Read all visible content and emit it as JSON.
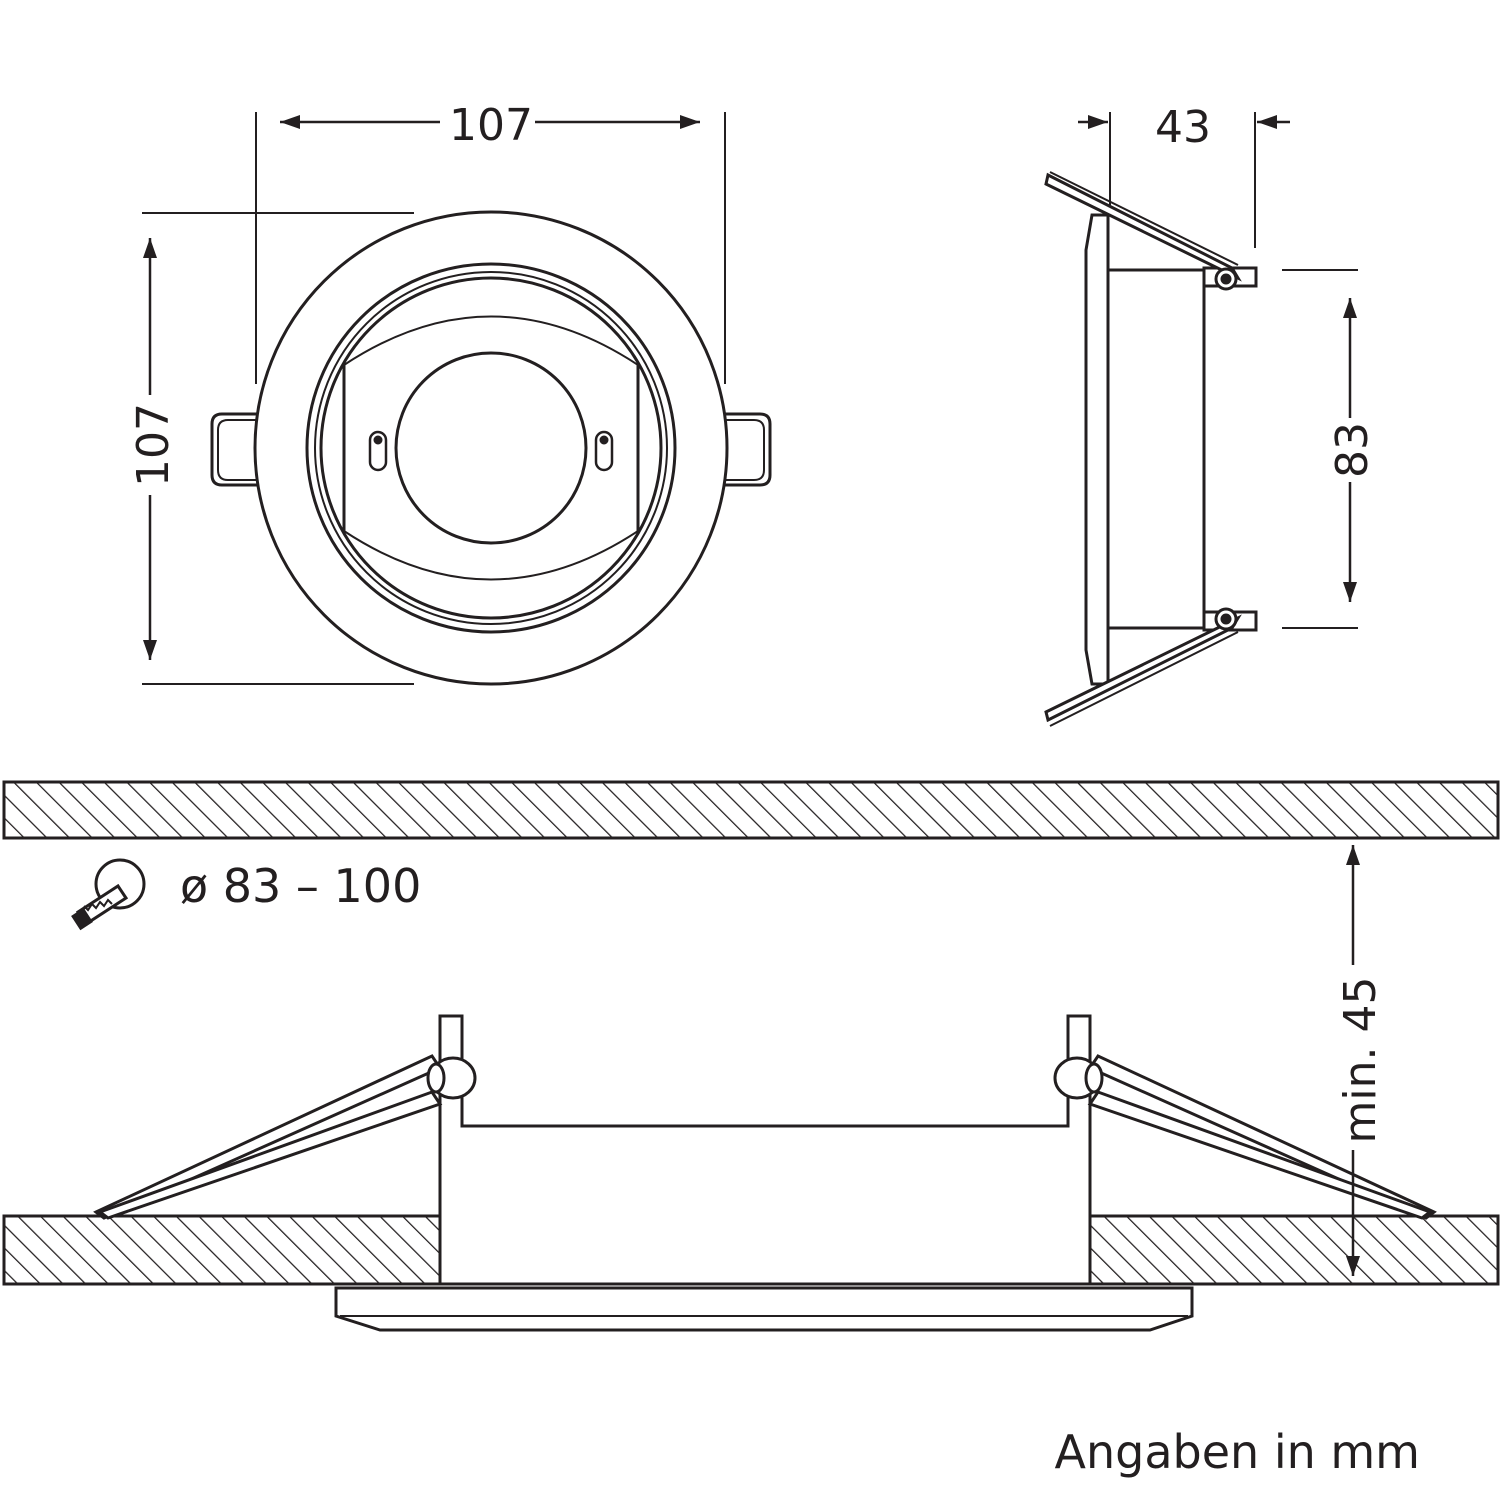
{
  "dimensions": {
    "top_width": "107",
    "top_height": "107",
    "side_depth": "43",
    "side_height": "83",
    "cutout_diameter": "ø 83 – 100",
    "min_ceiling_gap": "min. 45"
  },
  "units_note": "Angaben in mm",
  "icons": {
    "hole_saw": "hole-saw-icon"
  },
  "colors": {
    "ink": "#231f20",
    "background": "#ffffff"
  }
}
